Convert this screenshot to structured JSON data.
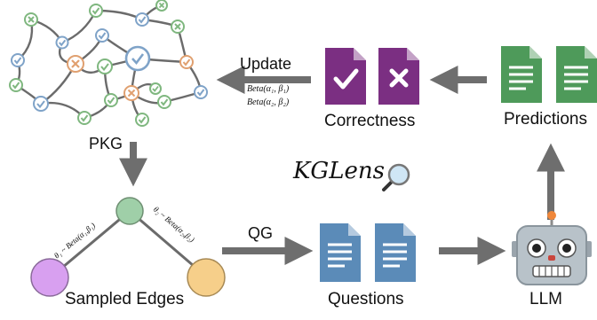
{
  "labels": {
    "pkg": "PKG",
    "sampled_edges": "Sampled Edges",
    "questions": "Questions",
    "llm": "LLM",
    "correctness": "Correctness",
    "predictions": "Predictions",
    "update": "Update",
    "qg": "QG",
    "brand": "KGLens"
  },
  "formulas": {
    "beta_1": "Beta(α₁, β₁)",
    "beta_2": "Beta(α₂, β₂)",
    "theta_1": "θ₁ ~ Beta(α₁,β₁)",
    "theta_2": "θ₂ ~ Beta(α₂,β₂)"
  },
  "colors": {
    "arrow": "#6e6e6e",
    "edge": "#6b6b6b",
    "node_green": "#7fb77f",
    "node_blue": "#7fa3c8",
    "node_orange": "#e0a070",
    "node_purple": "#d8a0f0",
    "node_top_green": "#9fcfa8",
    "node_amber": "#f6cf8a",
    "doc_purple": "#7b2f82",
    "doc_blue": "#5b8bb8",
    "doc_green": "#4e9a5a"
  }
}
